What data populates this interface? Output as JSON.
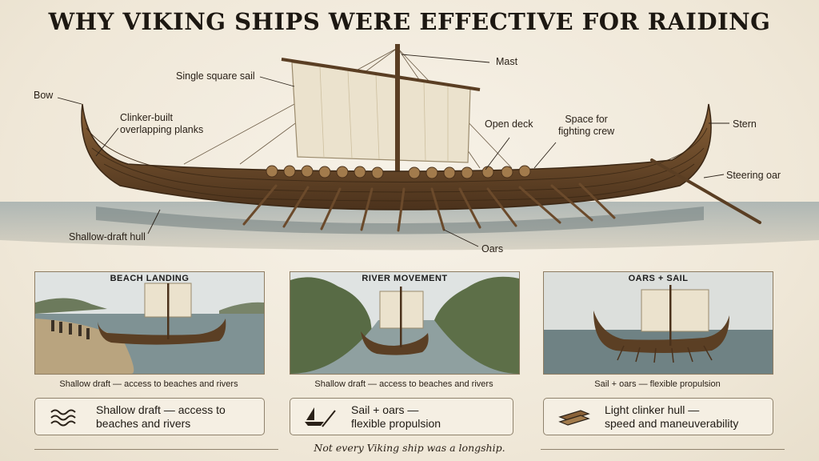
{
  "title": "WHY VIKING SHIPS WERE EFFECTIVE FOR RAIDING",
  "labels": {
    "mast": "Mast",
    "sail": "Single square sail",
    "bow": "Bow",
    "clinker": "Clinker-built\noverlapping planks",
    "open_deck": "Open deck",
    "space": "Space for\nfighting crew",
    "stern": "Stern",
    "steering": "Steering oar",
    "hull": "Shallow-draft hull",
    "oars": "Oars"
  },
  "panels": [
    {
      "title": "BEACH LANDING",
      "caption": "Shallow draft — access to beaches and rivers"
    },
    {
      "title": "RIVER MOVEMENT",
      "caption": "Shallow draft — access to beaches and rivers"
    },
    {
      "title": "OARS + SAIL",
      "caption": "Sail + oars — flexible propulsion"
    }
  ],
  "features": [
    {
      "icon": "waves-icon",
      "text": "Shallow draft — access to\nbeaches and rivers"
    },
    {
      "icon": "sail-boat-oar-icon",
      "text": "Sail + oars —\nflexible propulsion"
    },
    {
      "icon": "planks-icon",
      "text": "Light clinker hull —\nspeed and maneuverability"
    }
  ],
  "footer": "Not every Viking ship was a longship.",
  "colors": {
    "wood": "#6b4a2b",
    "sail": "#e9dfc9",
    "water": "#7c8c8f",
    "border": "#8f826c"
  }
}
